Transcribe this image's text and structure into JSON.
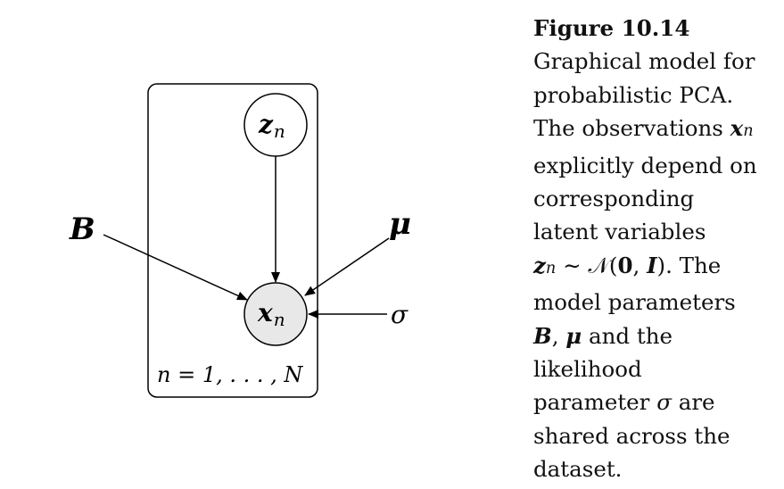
{
  "diagram": {
    "nodes": {
      "latent": {
        "symbol": "z",
        "subscript": "n",
        "observed": false
      },
      "observed": {
        "symbol": "x",
        "subscript": "n",
        "observed": true
      }
    },
    "parameters": {
      "B": "B",
      "mu": "μ",
      "sigma": "σ"
    },
    "plate_label": "n = 1, . . . , N",
    "colors": {
      "stroke": "#000000",
      "observed_fill": "#e8e8e8",
      "latent_fill": "#ffffff"
    }
  },
  "caption": {
    "title": "Figure 10.14",
    "lines": [
      "Graphical model for",
      "probabilistic PCA.",
      "The observations",
      "explicitly depend on",
      "corresponding",
      "latent variables",
      "∼ 𝒩(0, I). The",
      "model parameters",
      "and the",
      "likelihood",
      "parameter σ are",
      "shared across the",
      "dataset."
    ],
    "math": {
      "x": "x",
      "n": "n",
      "z": "z",
      "dist": "∼ 𝒩(",
      "zero": "0",
      "comma": ", ",
      "I": "I",
      "close": "). The",
      "B": "B",
      "sep": ", ",
      "mu": "μ",
      "and_the": " and the",
      "param_pre": "parameter ",
      "sigma": "σ",
      "param_post": " are"
    }
  }
}
